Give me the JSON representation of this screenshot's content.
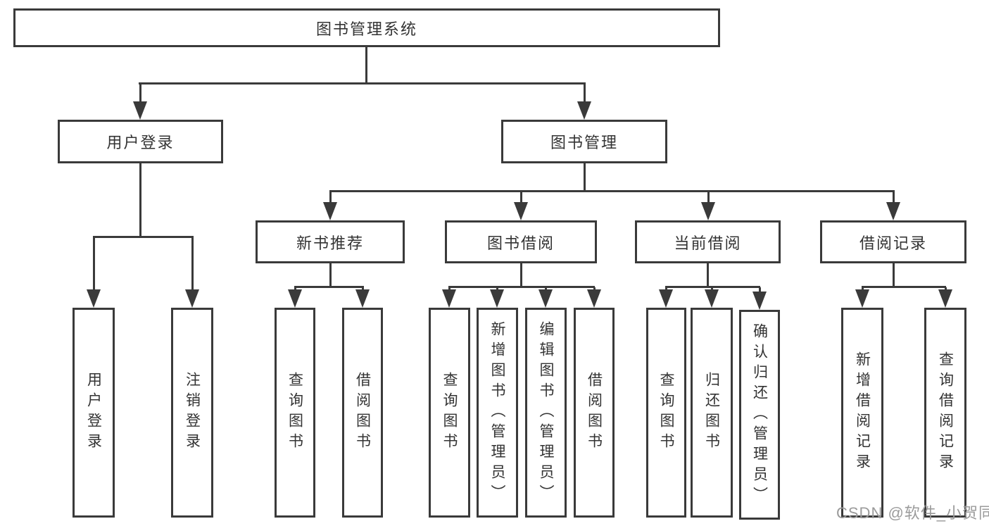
{
  "diagram": {
    "root": "图书管理系统",
    "branches": {
      "user_login": "用户登录",
      "book_mgmt": "图书管理"
    },
    "modules": {
      "new_books": "新书推荐",
      "book_borrow": "图书借阅",
      "current_borrow": "当前借阅",
      "borrow_records": "借阅记录"
    },
    "leaves": {
      "user_login": [
        "用户登录",
        "注销登录"
      ],
      "new_books": [
        "查询图书",
        "借阅图书"
      ],
      "book_borrow": [
        "查询图书",
        "新增图书（管理员）",
        "编辑图书（管理员）",
        "借阅图书"
      ],
      "current_borrow": [
        "查询图书",
        "归还图书",
        "确认归还（管理员）"
      ],
      "borrow_records": [
        "新增借阅记录",
        "查询借阅记录"
      ]
    }
  },
  "watermark": "CSDN @软件_小贺同学",
  "colors": {
    "line": "#3a3a3a",
    "text": "#333333",
    "watermark": "#9b9b9b",
    "background": "#ffffff"
  }
}
